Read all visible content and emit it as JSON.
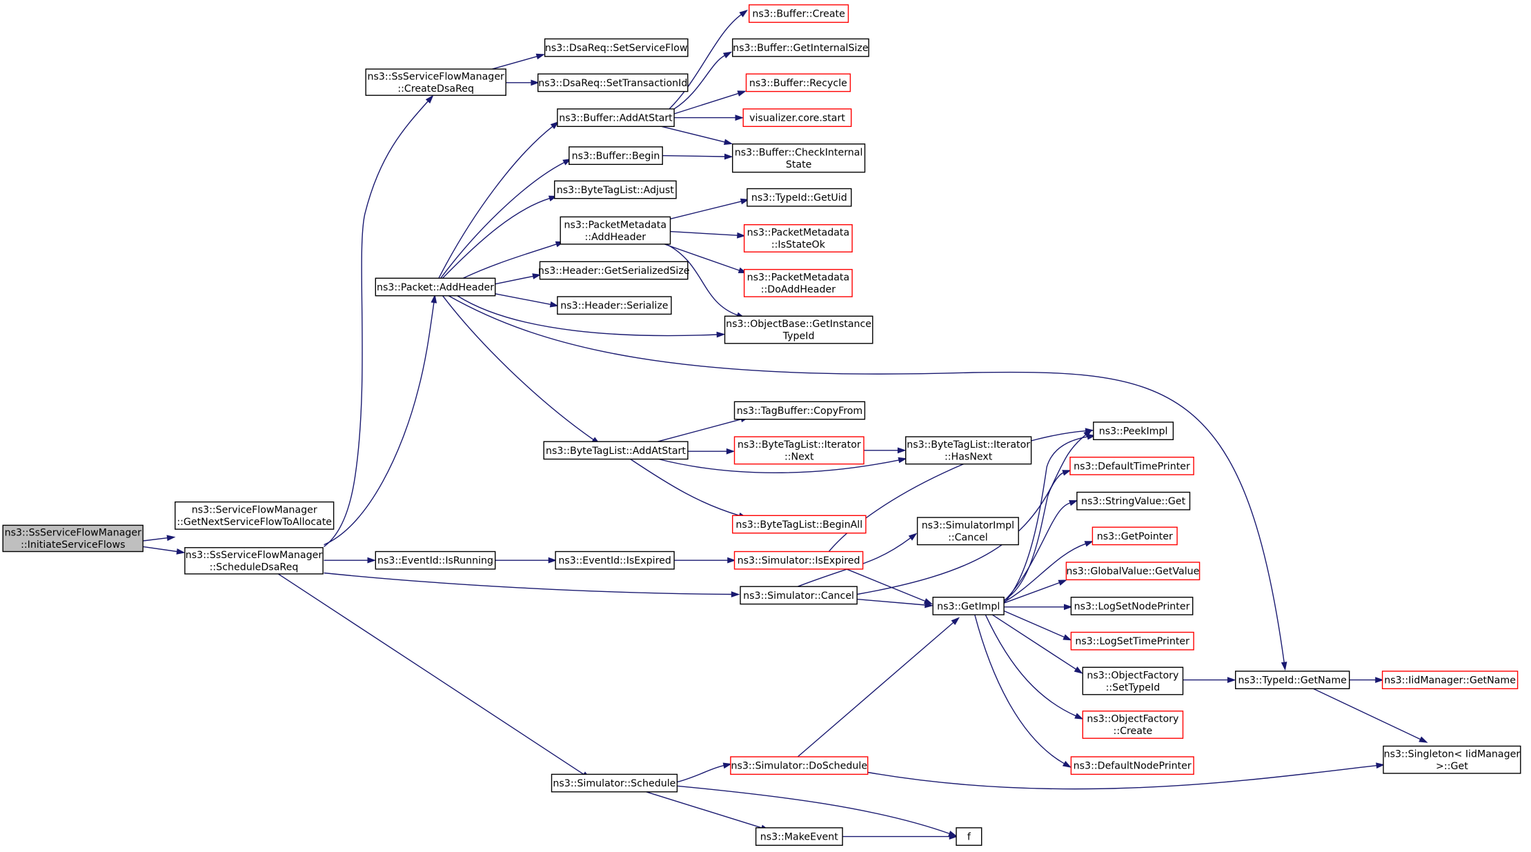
{
  "nodes": [
    {
      "id": "root",
      "lines": [
        "ns3::SsServiceFlowManager",
        "::InitiateServiceFlows"
      ],
      "red": false,
      "root": true
    },
    {
      "id": "getnext",
      "lines": [
        "ns3::ServiceFlowManager",
        "::GetNextServiceFlowToAllocate"
      ],
      "red": false
    },
    {
      "id": "schedule",
      "lines": [
        "ns3::SsServiceFlowManager",
        "::ScheduleDsaReq"
      ],
      "red": false
    },
    {
      "id": "createdsa",
      "lines": [
        "ns3::SsServiceFlowManager",
        "::CreateDsaReq"
      ],
      "red": false
    },
    {
      "id": "setsf",
      "lines": [
        "ns3::DsaReq::SetServiceFlow"
      ],
      "red": false
    },
    {
      "id": "settid",
      "lines": [
        "ns3::DsaReq::SetTransactionId"
      ],
      "red": false
    },
    {
      "id": "addheader",
      "lines": [
        "ns3::Packet::AddHeader"
      ],
      "red": false
    },
    {
      "id": "addatstart",
      "lines": [
        "ns3::Buffer::AddAtStart"
      ],
      "red": false
    },
    {
      "id": "bufcreate",
      "lines": [
        "ns3::Buffer::Create"
      ],
      "red": true
    },
    {
      "id": "getinternal",
      "lines": [
        "ns3::Buffer::GetInternalSize"
      ],
      "red": false
    },
    {
      "id": "recycle",
      "lines": [
        "ns3::Buffer::Recycle"
      ],
      "red": true
    },
    {
      "id": "viz",
      "lines": [
        "visualizer.core.start"
      ],
      "red": true
    },
    {
      "id": "checkint",
      "lines": [
        "ns3::Buffer::CheckInternal",
        "State"
      ],
      "red": false
    },
    {
      "id": "begin",
      "lines": [
        "ns3::Buffer::Begin"
      ],
      "red": false
    },
    {
      "id": "adjust",
      "lines": [
        "ns3::ByteTagList::Adjust"
      ],
      "red": false
    },
    {
      "id": "pmaddh",
      "lines": [
        "ns3::PacketMetadata",
        "::AddHeader"
      ],
      "red": false
    },
    {
      "id": "getuid",
      "lines": [
        "ns3::TypeId::GetUid"
      ],
      "red": false
    },
    {
      "id": "isstateok",
      "lines": [
        "ns3::PacketMetadata",
        "::IsStateOk"
      ],
      "red": true
    },
    {
      "id": "doaddheader",
      "lines": [
        "ns3::PacketMetadata",
        "::DoAddHeader"
      ],
      "red": true
    },
    {
      "id": "getser",
      "lines": [
        "ns3::Header::GetSerializedSize"
      ],
      "red": false
    },
    {
      "id": "serialize",
      "lines": [
        "ns3::Header::Serialize"
      ],
      "red": false
    },
    {
      "id": "getinst",
      "lines": [
        "ns3::ObjectBase::GetInstance",
        "TypeId"
      ],
      "red": false
    },
    {
      "id": "tagcopy",
      "lines": [
        "ns3::TagBuffer::CopyFrom"
      ],
      "red": false
    },
    {
      "id": "btladd",
      "lines": [
        "ns3::ByteTagList::AddAtStart"
      ],
      "red": false
    },
    {
      "id": "itnext",
      "lines": [
        "ns3::ByteTagList::Iterator",
        "::Next"
      ],
      "red": true
    },
    {
      "id": "hasnext",
      "lines": [
        "ns3::ByteTagList::Iterator",
        "::HasNext"
      ],
      "red": false
    },
    {
      "id": "beginall",
      "lines": [
        "ns3::ByteTagList::BeginAll"
      ],
      "red": true
    },
    {
      "id": "peekimpl",
      "lines": [
        "ns3::PeekImpl"
      ],
      "red": false
    },
    {
      "id": "deftime",
      "lines": [
        "ns3::DefaultTimePrinter"
      ],
      "red": true
    },
    {
      "id": "strget",
      "lines": [
        "ns3::StringValue::Get"
      ],
      "red": false
    },
    {
      "id": "getptr",
      "lines": [
        "ns3::GetPointer"
      ],
      "red": true
    },
    {
      "id": "gvget",
      "lines": [
        "ns3::GlobalValue::GetValue"
      ],
      "red": true
    },
    {
      "id": "lognode",
      "lines": [
        "ns3::LogSetNodePrinter"
      ],
      "red": false
    },
    {
      "id": "logtime",
      "lines": [
        "ns3::LogSetTimePrinter"
      ],
      "red": true
    },
    {
      "id": "ofsettype",
      "lines": [
        "ns3::ObjectFactory",
        "::SetTypeId"
      ],
      "red": false
    },
    {
      "id": "ofcreate",
      "lines": [
        "ns3::ObjectFactory",
        "::Create"
      ],
      "red": true
    },
    {
      "id": "defnode",
      "lines": [
        "ns3::DefaultNodePrinter"
      ],
      "red": true
    },
    {
      "id": "simimplcancel",
      "lines": [
        "ns3::SimulatorImpl",
        "::Cancel"
      ],
      "red": false
    },
    {
      "id": "isrunning",
      "lines": [
        "ns3::EventId::IsRunning"
      ],
      "red": false
    },
    {
      "id": "isexpired",
      "lines": [
        "ns3::EventId::IsExpired"
      ],
      "red": false
    },
    {
      "id": "simisexp",
      "lines": [
        "ns3::Simulator::IsExpired"
      ],
      "red": true
    },
    {
      "id": "simcancel",
      "lines": [
        "ns3::Simulator::Cancel"
      ],
      "red": false
    },
    {
      "id": "getimpl",
      "lines": [
        "ns3::GetImpl"
      ],
      "red": false
    },
    {
      "id": "typegetname",
      "lines": [
        "ns3::TypeId::GetName"
      ],
      "red": false
    },
    {
      "id": "iidgetname",
      "lines": [
        "ns3::IidManager::GetName"
      ],
      "red": true
    },
    {
      "id": "singleton",
      "lines": [
        "ns3::Singleton< IidManager",
        ">::Get"
      ],
      "red": false
    },
    {
      "id": "simsched",
      "lines": [
        "ns3::Simulator::Schedule"
      ],
      "red": false
    },
    {
      "id": "dosched",
      "lines": [
        "ns3::Simulator::DoSchedule"
      ],
      "red": true
    },
    {
      "id": "makeevent",
      "lines": [
        "ns3::MakeEvent"
      ],
      "red": false
    },
    {
      "id": "f",
      "lines": [
        "f"
      ],
      "red": false
    }
  ],
  "edges": [
    [
      "root",
      "getnext"
    ],
    [
      "root",
      "schedule"
    ],
    [
      "schedule",
      "createdsa"
    ],
    [
      "schedule",
      "addheader"
    ],
    [
      "schedule",
      "isrunning"
    ],
    [
      "schedule",
      "simcancel"
    ],
    [
      "schedule",
      "simsched"
    ],
    [
      "createdsa",
      "setsf"
    ],
    [
      "createdsa",
      "settid"
    ],
    [
      "addheader",
      "addatstart"
    ],
    [
      "addheader",
      "begin"
    ],
    [
      "addheader",
      "adjust"
    ],
    [
      "addheader",
      "pmaddh"
    ],
    [
      "addheader",
      "getser"
    ],
    [
      "addheader",
      "serialize"
    ],
    [
      "addheader",
      "getinst"
    ],
    [
      "addheader",
      "typegetname"
    ],
    [
      "addheader",
      "btladd"
    ],
    [
      "addatstart",
      "bufcreate"
    ],
    [
      "addatstart",
      "getinternal"
    ],
    [
      "addatstart",
      "recycle"
    ],
    [
      "addatstart",
      "viz"
    ],
    [
      "addatstart",
      "checkint"
    ],
    [
      "begin",
      "checkint"
    ],
    [
      "pmaddh",
      "getuid"
    ],
    [
      "pmaddh",
      "isstateok"
    ],
    [
      "pmaddh",
      "doaddheader"
    ],
    [
      "pmaddh",
      "getinst"
    ],
    [
      "btladd",
      "tagcopy"
    ],
    [
      "btladd",
      "itnext"
    ],
    [
      "btladd",
      "hasnext"
    ],
    [
      "btladd",
      "beginall"
    ],
    [
      "itnext",
      "hasnext"
    ],
    [
      "isrunning",
      "isexpired"
    ],
    [
      "isexpired",
      "simisexp"
    ],
    [
      "simisexp",
      "peekimpl"
    ],
    [
      "simisexp",
      "getimpl"
    ],
    [
      "simcancel",
      "simimplcancel"
    ],
    [
      "simcancel",
      "peekimpl"
    ],
    [
      "simcancel",
      "getimpl"
    ],
    [
      "getimpl",
      "peekimpl"
    ],
    [
      "getimpl",
      "deftime"
    ],
    [
      "getimpl",
      "strget"
    ],
    [
      "getimpl",
      "getptr"
    ],
    [
      "getimpl",
      "gvget"
    ],
    [
      "getimpl",
      "lognode"
    ],
    [
      "getimpl",
      "logtime"
    ],
    [
      "getimpl",
      "ofsettype"
    ],
    [
      "getimpl",
      "ofcreate"
    ],
    [
      "getimpl",
      "defnode"
    ],
    [
      "ofsettype",
      "typegetname"
    ],
    [
      "typegetname",
      "iidgetname"
    ],
    [
      "typegetname",
      "singleton"
    ],
    [
      "simsched",
      "dosched"
    ],
    [
      "simsched",
      "makeevent"
    ],
    [
      "simsched",
      "f"
    ],
    [
      "dosched",
      "getimpl"
    ],
    [
      "dosched",
      "singleton"
    ],
    [
      "makeevent",
      "f"
    ]
  ]
}
